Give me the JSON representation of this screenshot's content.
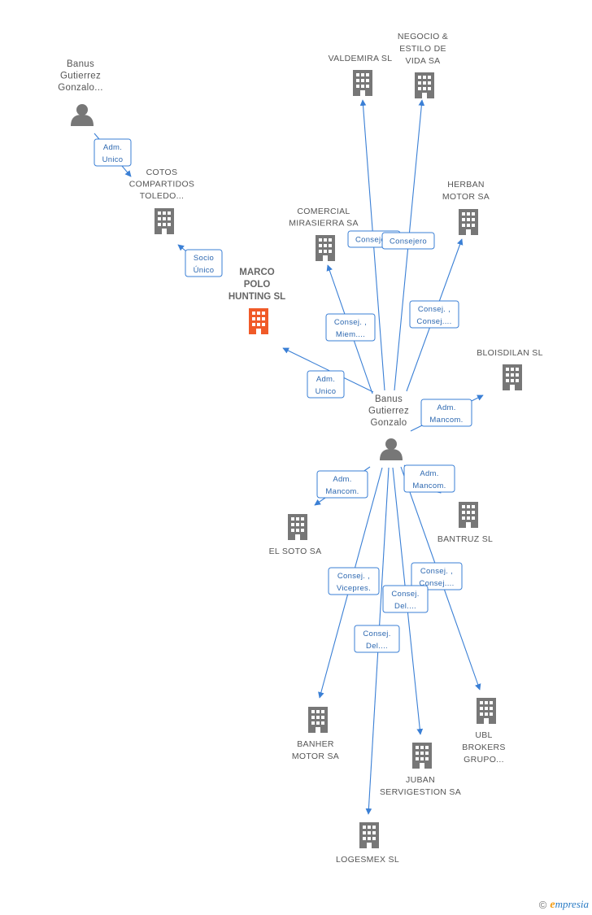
{
  "colors": {
    "edge": "#3a7fd5",
    "building": "#777777",
    "main": "#f05a28",
    "person": "#777777"
  },
  "nodes": [
    {
      "id": "banus_top",
      "type": "person",
      "label": [
        "Banus",
        "Gutierrez",
        "Gonzalo..."
      ],
      "icon": "person-icon"
    },
    {
      "id": "cotos",
      "type": "company",
      "label": [
        "COTOS",
        "COMPARTIDOS",
        "TOLEDO..."
      ],
      "icon": "building-icon"
    },
    {
      "id": "marco_polo",
      "type": "main",
      "label": [
        "MARCO",
        "POLO",
        "HUNTING SL"
      ],
      "icon": "building-icon"
    },
    {
      "id": "valdemira",
      "type": "company",
      "label": [
        "VALDEMIRA SL"
      ],
      "icon": "building-icon"
    },
    {
      "id": "negocio",
      "type": "company",
      "label": [
        "NEGOCIO &",
        "ESTILO DE",
        "VIDA SA"
      ],
      "icon": "building-icon"
    },
    {
      "id": "comercial",
      "type": "company",
      "label": [
        "COMERCIAL",
        "MIRASIERRA SA"
      ],
      "icon": "building-icon"
    },
    {
      "id": "herban",
      "type": "company",
      "label": [
        "HERBAN",
        "MOTOR SA"
      ],
      "icon": "building-icon"
    },
    {
      "id": "bloisdilan",
      "type": "company",
      "label": [
        "BLOISDILAN SL"
      ],
      "icon": "building-icon"
    },
    {
      "id": "banus_center",
      "type": "person",
      "label": [
        "Banus",
        "Gutierrez",
        "Gonzalo"
      ],
      "icon": "person-icon"
    },
    {
      "id": "elsoto",
      "type": "company",
      "label": [
        "EL SOTO SA"
      ],
      "icon": "building-icon"
    },
    {
      "id": "bantruz",
      "type": "company",
      "label": [
        "BANTRUZ SL"
      ],
      "icon": "building-icon"
    },
    {
      "id": "banher",
      "type": "company",
      "label": [
        "BANHER",
        "MOTOR SA"
      ],
      "icon": "building-icon"
    },
    {
      "id": "ubl",
      "type": "company",
      "label": [
        "UBL",
        "BROKERS",
        "GRUPO..."
      ],
      "icon": "building-icon"
    },
    {
      "id": "juban",
      "type": "company",
      "label": [
        "JUBAN",
        "SERVIGESTION SA"
      ],
      "icon": "building-icon"
    },
    {
      "id": "logesmex",
      "type": "company",
      "label": [
        "LOGESMEX SL"
      ],
      "icon": "building-icon"
    }
  ],
  "relations": [
    {
      "id": "r_banus_cotos",
      "lines": [
        "Adm.",
        "Unico"
      ]
    },
    {
      "id": "r_cotos_marco",
      "lines": [
        "Socio",
        "Único"
      ]
    },
    {
      "id": "r_center_marco",
      "lines": [
        "Adm.",
        "Unico"
      ]
    },
    {
      "id": "r_center_comercial",
      "lines": [
        "Consej. ,",
        "Miem...."
      ]
    },
    {
      "id": "r_center_valdemira",
      "lines": [
        "Consejero"
      ]
    },
    {
      "id": "r_center_negocio",
      "lines": [
        "Consejero"
      ]
    },
    {
      "id": "r_center_herban",
      "lines": [
        "Consej. ,",
        "Consej...."
      ]
    },
    {
      "id": "r_center_bloisdilan",
      "lines": [
        "Adm.",
        "Mancom."
      ]
    },
    {
      "id": "r_center_elsoto",
      "lines": [
        "Adm.",
        "Mancom."
      ]
    },
    {
      "id": "r_center_bantruz",
      "lines": [
        "Adm.",
        "Mancom."
      ]
    },
    {
      "id": "r_center_banher",
      "lines": [
        "Consej. ,",
        "Vicepres."
      ]
    },
    {
      "id": "r_center_ubl",
      "lines": [
        "Consej. ,",
        "Consej...."
      ]
    },
    {
      "id": "r_center_juban",
      "lines": [
        "Consej.",
        "Del...."
      ]
    },
    {
      "id": "r_center_logesmex",
      "lines": [
        "Consej.",
        "Del...."
      ]
    }
  ],
  "footer": {
    "copyright": "©",
    "brand_initial": "e",
    "brand_rest": "mpresia"
  }
}
